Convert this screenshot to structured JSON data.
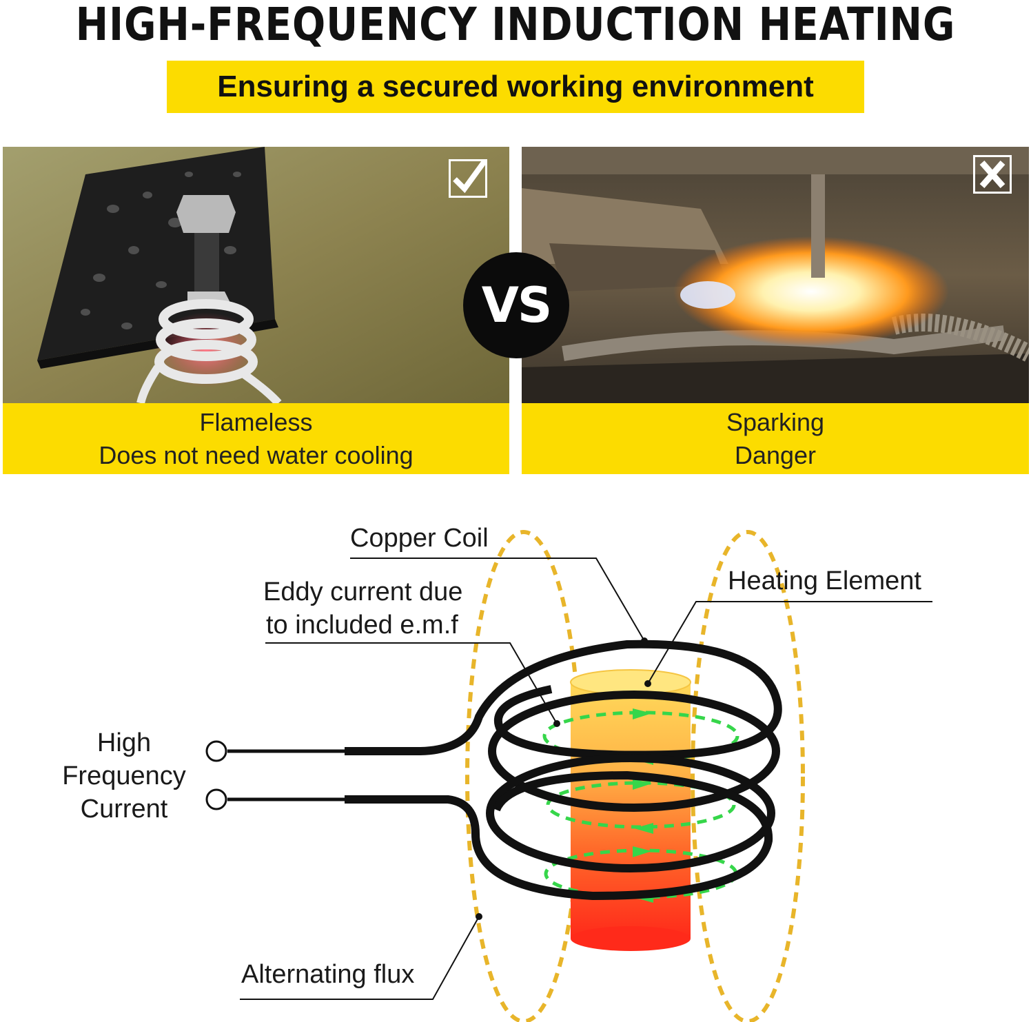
{
  "header": {
    "title": "HIGH-FREQUENCY INDUCTION HEATING",
    "subtitle": "Ensuring a secured working environment"
  },
  "comparison": {
    "vs_label": "VS",
    "left": {
      "mark_icon": "checkmark-icon",
      "caption_line1": "Flameless",
      "caption_line2": "Does not need water cooling"
    },
    "right": {
      "mark_icon": "x-mark-icon",
      "caption_line1": "Sparking",
      "caption_line2": "Danger"
    }
  },
  "diagram": {
    "labels": {
      "copper_coil": "Copper Coil",
      "eddy_line1": "Eddy current due",
      "eddy_line2": "to included e.m.f",
      "heating_element": "Heating Element",
      "hf_line1": "High",
      "hf_line2": "Frequency",
      "hf_line3": "Current",
      "alternating_flux": "Alternating flux"
    },
    "colors": {
      "flux": "#e8b52a",
      "eddy": "#36d64a",
      "coil": "#111111",
      "element_top": "#ffd95a",
      "element_bottom": "#ff2a1a"
    }
  },
  "colors": {
    "accent_yellow": "#fcdc00",
    "text": "#111111"
  }
}
